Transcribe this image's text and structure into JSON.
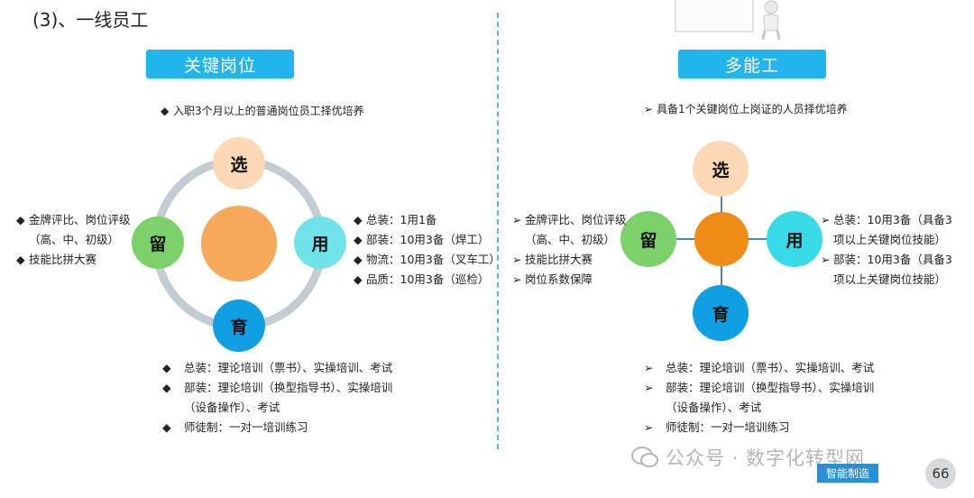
{
  "title": "(3)、一线员工",
  "page_number": "66",
  "watermark": {
    "dot": "·",
    "text": "公众号 · 数字化转型网",
    "badge": "智能制造"
  },
  "left": {
    "header": "关键岗位",
    "subtitle": "入职3个月以上的普通岗位员工择优培养",
    "bullet": "◆",
    "circles": {
      "top": "选",
      "left": "留",
      "right": "用",
      "bottom": "育"
    },
    "left_items": [
      "金牌评比、岗位评级",
      "（高、中、初级）",
      "技能比拼大赛"
    ],
    "right_items": [
      "总装：1用1备",
      "部装：10用3备（焊工）",
      "物流：10用3备（叉车工）",
      "品质：10用3备（巡检）"
    ],
    "bottom_items": [
      "总装：理论培训（票书）、实操培训、考试",
      "部装：理论培训（换型指导书）、实操培训",
      "（设备操作）、考试",
      "师徒制：一对一培训练习"
    ]
  },
  "right": {
    "header": "多能工",
    "subtitle": "具备1个关键岗位上岗证的人员择优培养",
    "bullet": "➢",
    "circles": {
      "top": "选",
      "left": "留",
      "right": "用",
      "bottom": "育"
    },
    "left_items": [
      "金牌评比、岗位评级",
      "（高、中、初级）",
      "技能比拼大赛",
      "岗位系数保障"
    ],
    "right_items": [
      "总装：10用3备（具备3",
      "项以上关键岗位技能）",
      "部装：10用3备（具备3",
      "项以上关键岗位技能）"
    ],
    "bottom_items": [
      "总装：理论培训（票书）、实操培训、考试",
      "部装：理论培训（换型指导书）、实操培训",
      "（设备操作）、考试",
      "师徒制：一对一培训练习"
    ]
  },
  "colors": {
    "accent": "#22b5ec",
    "peach": "#fcd9b4",
    "orange_center_left": "#f7a85a",
    "orange_center_right": "#ee8c16",
    "green": "#7dd16b",
    "cyan": "#6fe2ea",
    "blue": "#0f9fe2",
    "ring": "#c3ccd3"
  }
}
